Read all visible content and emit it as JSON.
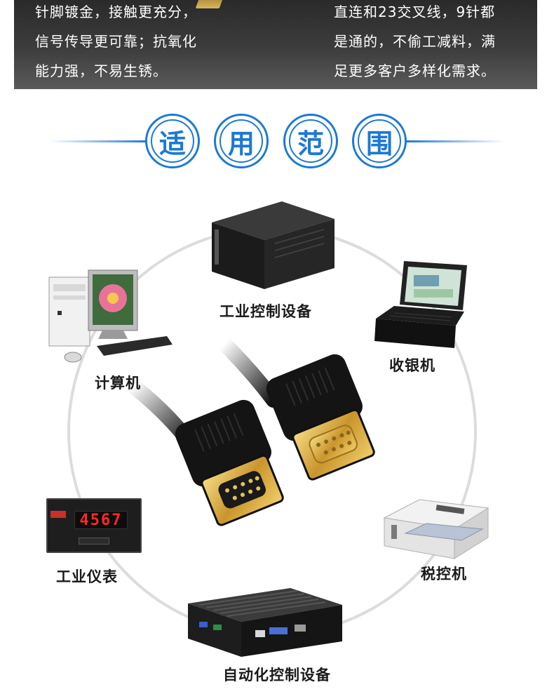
{
  "banner": {
    "left_lines": [
      "针脚镀金，接触更充分，",
      "信号传导更可靠；抗氧化",
      "能力强，不易生锈。"
    ],
    "right_lines": [
      "直连和23交叉线，9针都",
      "是通的，不偷工减料，满",
      "足更多客户多样化需求。"
    ]
  },
  "section": {
    "title_chars": [
      "适",
      "用",
      "范",
      "围"
    ],
    "accent_color": "#1c79d4"
  },
  "applications": {
    "industrial_control": "工业控制设备",
    "computer": "计算机",
    "cash_register": "收银机",
    "instrument": "工业仪表",
    "tax_control": "税控机",
    "auto_control": "自动化控制设备"
  },
  "meter_display": "4567",
  "icons": [
    "server-chassis-icon",
    "desktop-computer-icon",
    "rugged-laptop-icon",
    "panel-meter-icon",
    "dot-matrix-printer-icon",
    "embedded-pc-icon",
    "serial-cable-icon"
  ]
}
